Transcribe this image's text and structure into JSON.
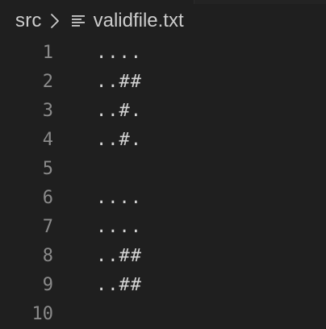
{
  "breadcrumb": {
    "folder": "src",
    "separator_icon": "chevron-right-icon",
    "file_icon": "text-file-icon",
    "file": "validfile.txt"
  },
  "editor": {
    "lines": [
      {
        "number": "1",
        "text": "...."
      },
      {
        "number": "2",
        "text": "..##"
      },
      {
        "number": "3",
        "text": "..#."
      },
      {
        "number": "4",
        "text": "..#."
      },
      {
        "number": "5",
        "text": ""
      },
      {
        "number": "6",
        "text": "...."
      },
      {
        "number": "7",
        "text": "...."
      },
      {
        "number": "8",
        "text": "..##"
      },
      {
        "number": "9",
        "text": "..##"
      },
      {
        "number": "10",
        "text": ""
      }
    ]
  }
}
